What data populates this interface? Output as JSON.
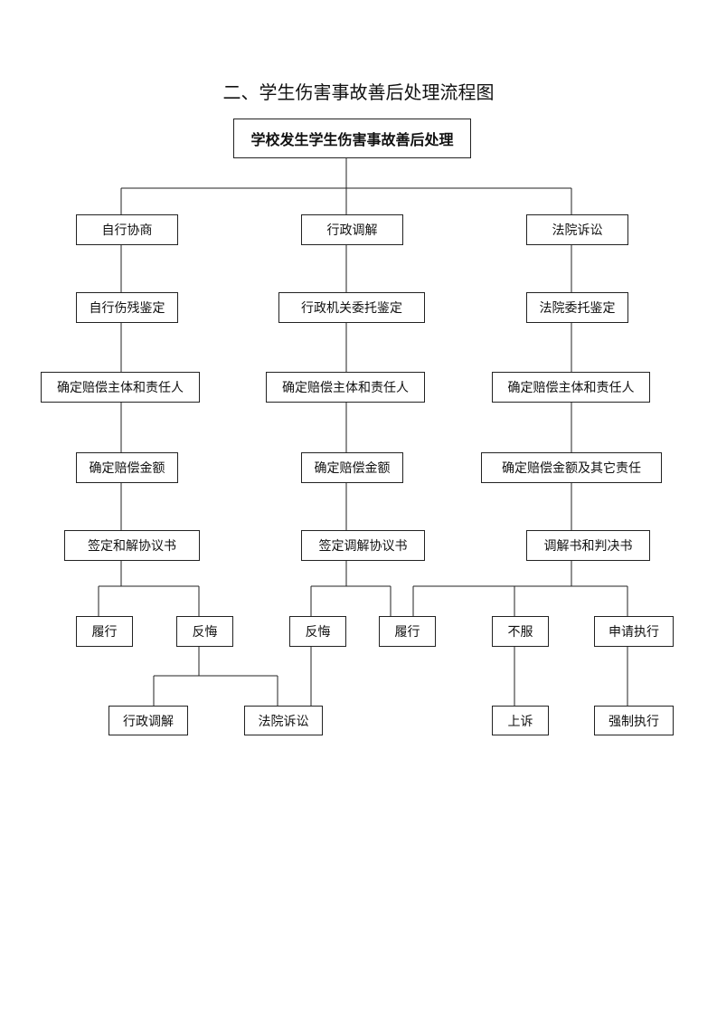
{
  "title": "二、学生伤害事故善后处理流程图",
  "root": "学校发生学生伤害事故善后处理",
  "columns": {
    "left": [
      "自行协商",
      "自行伤残鉴定",
      "确定赔偿主体和责任人",
      "确定赔偿金额",
      "签定和解协议书"
    ],
    "middle": [
      "行政调解",
      "行政机关委托鉴定",
      "确定赔偿主体和责任人",
      "确定赔偿金额",
      "签定调解协议书"
    ],
    "right": [
      "法院诉讼",
      "法院委托鉴定",
      "确定赔偿主体和责任人",
      "确定赔偿金额及其它责任",
      "调解书和判决书"
    ]
  },
  "outcomes": {
    "left_perform": "履行",
    "left_regret": "反悔",
    "middle_regret": "反悔",
    "middle_perform": "履行",
    "right_disagree": "不服",
    "right_apply": "申请执行"
  },
  "final": {
    "admin_mediation": "行政调解",
    "court_litigation": "法院诉讼",
    "appeal": "上诉",
    "enforcement": "强制执行"
  }
}
